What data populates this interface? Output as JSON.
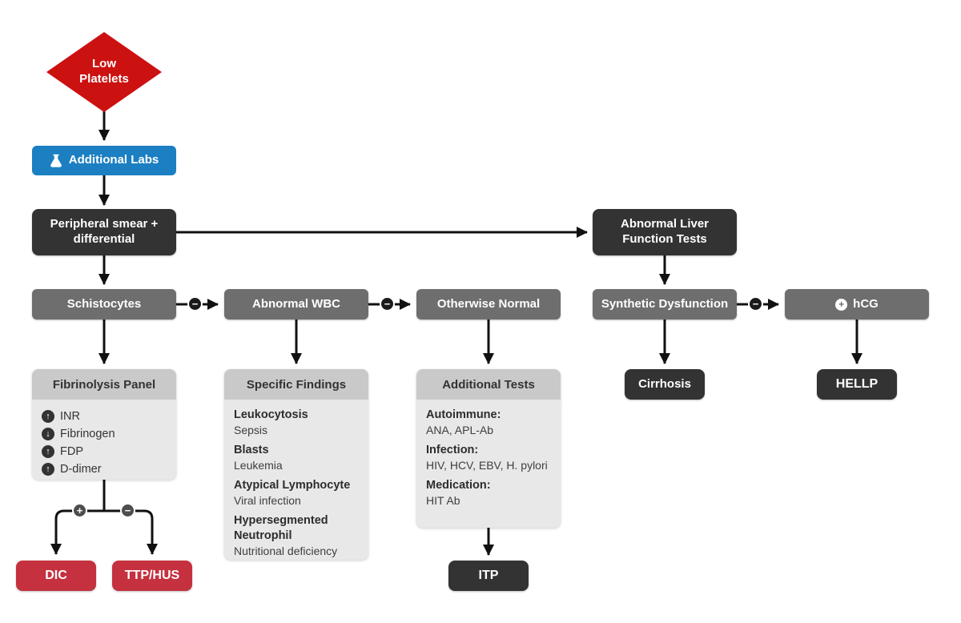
{
  "flowchart": {
    "start": {
      "label": "Low Platelets"
    },
    "additional_labs": {
      "label": "Additional Labs"
    },
    "peripheral_smear": {
      "label": "Peripheral smear + differential"
    },
    "abnormal_liver": {
      "label": "Abnormal Liver Function Tests"
    },
    "schistocytes": {
      "label": "Schistocytes"
    },
    "abnormal_wbc": {
      "label": "Abnormal WBC"
    },
    "otherwise_normal": {
      "label": "Otherwise Normal"
    },
    "synthetic_dysfunction": {
      "label": "Synthetic Dysfunction"
    },
    "hcg": {
      "label": "hCG",
      "icon_symbol": "+"
    },
    "fibrinolysis_panel": {
      "title": "Fibrinolysis Panel",
      "items": [
        {
          "trend": "up",
          "symbol": "↑",
          "label": "INR"
        },
        {
          "trend": "down",
          "symbol": "↓",
          "label": "Fibrinogen"
        },
        {
          "trend": "up",
          "symbol": "↑",
          "label": "FDP"
        },
        {
          "trend": "up",
          "symbol": "↑",
          "label": "D-dimer"
        }
      ]
    },
    "specific_findings": {
      "title": "Specific Findings",
      "items": [
        {
          "finding": "Leukocytosis",
          "cause": "Sepsis"
        },
        {
          "finding": "Blasts",
          "cause": "Leukemia"
        },
        {
          "finding": "Atypical Lymphocyte",
          "cause": "Viral infection"
        },
        {
          "finding": "Hypersegmented Neutrophil",
          "cause": "Nutritional deficiency"
        }
      ]
    },
    "additional_tests": {
      "title": "Additional Tests",
      "items": [
        {
          "category": "Autoimmune:",
          "tests": "ANA, APL-Ab"
        },
        {
          "category": "Infection:",
          "tests": "HIV, HCV, EBV, H. pylori"
        },
        {
          "category": "Medication:",
          "tests": "HIT Ab"
        }
      ]
    },
    "outcomes": {
      "dic": "DIC",
      "ttp_hus": "TTP/HUS",
      "itp": "ITP",
      "cirrhosis": "Cirrhosis",
      "hellp": "HELLP"
    },
    "badges": {
      "positive": "+",
      "negative": "−"
    },
    "colors": {
      "start_red": "#cc1111",
      "labs_blue": "#1b7fc2",
      "dark_node": "#333333",
      "gray_node": "#6e6e6e",
      "panel_header": "#c9c9c9",
      "panel_body": "#e8e8e8",
      "outcome_red": "#c5313f",
      "edge": "#111111"
    }
  }
}
